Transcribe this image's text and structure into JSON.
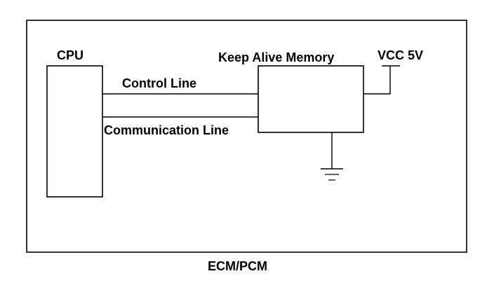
{
  "diagram": {
    "labels": {
      "cpu": "CPU",
      "memory": "Keep Alive Memory",
      "vcc": "VCC 5V",
      "control_line": "Control Line",
      "communication_line": "Communication Line",
      "module": "ECM/PCM"
    },
    "colors": {
      "line": "#000000",
      "background": "#ffffff"
    }
  }
}
